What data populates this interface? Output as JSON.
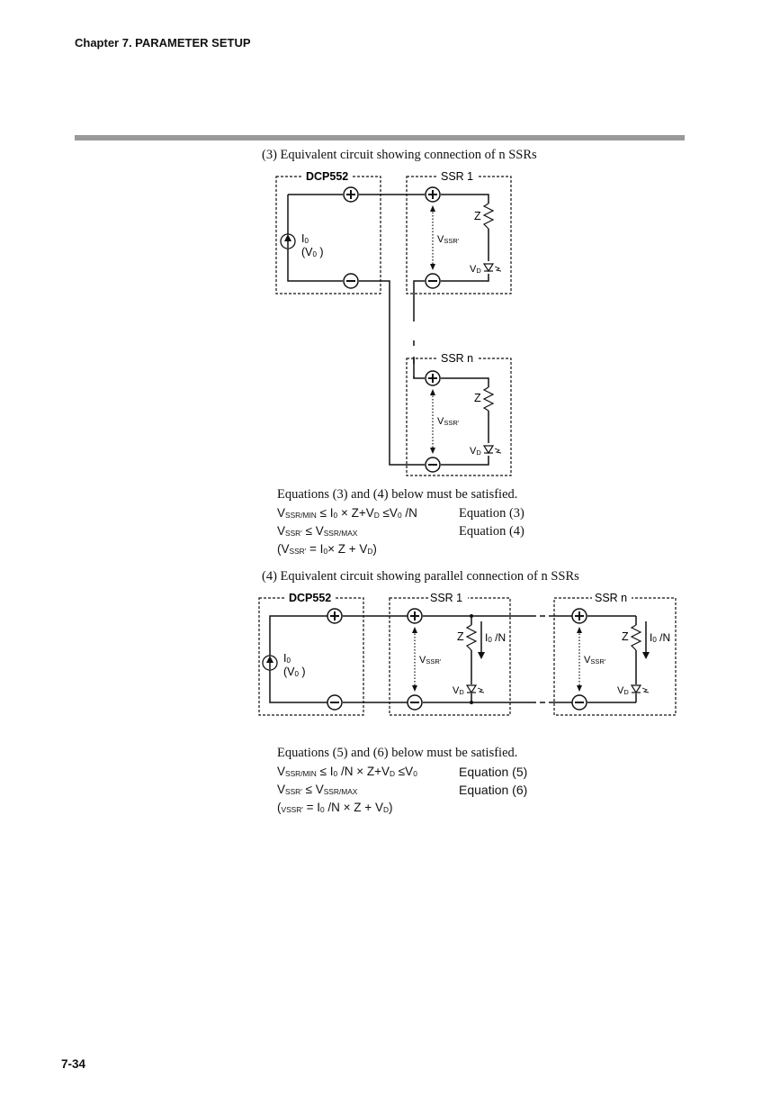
{
  "header": {
    "chapter": "Chapter 7. PARAMETER SETUP"
  },
  "section3": {
    "caption": "(3) Equivalent circuit showing connection of n SSRs",
    "diagram": {
      "controller": "DCP552",
      "ssr_first": "SSR 1",
      "ssr_last": "SSR n",
      "current_source": "I",
      "current_sub": "0",
      "voltage_open": "(V",
      "voltage_sub": "0",
      "voltage_close": " )",
      "impedance": "Z",
      "ssr_voltage": "V",
      "ssr_voltage_sub": "SSR'",
      "diode_voltage": "V",
      "diode_sub": "D"
    },
    "intro": "Equations (3) and (4) below must be satisfied.",
    "eq3": {
      "p1": "V",
      "s1": "SSR/MIN",
      "p2": " ≤ I",
      "s2": "0",
      "p3": " × Z+V",
      "s3": "D",
      "p4": " ≤V",
      "s4": "0",
      "p5": " /N",
      "tag": "Equation (3)"
    },
    "eq4": {
      "p1": "V",
      "s1": "SSR'",
      "p2": " ≤ V",
      "s2": "SSR/MAX",
      "tag": "Equation (4)"
    },
    "eqdef": {
      "p1": "(V",
      "s1": "SSR'",
      "p2": " = I",
      "s2": "0",
      "p3": "× Z + V",
      "s3": "D",
      "p4": ")"
    }
  },
  "section4": {
    "caption": "(4) Equivalent circuit showing parallel connection of n SSRs",
    "diagram": {
      "controller": "DCP552",
      "ssr_first": "SSR 1",
      "ssr_last": "SSR n",
      "current_source": "I",
      "current_sub": "0",
      "voltage_open": "(V",
      "voltage_sub": "0",
      "voltage_close": " )",
      "impedance": "Z",
      "branch_current": "I",
      "branch_sub": "0",
      "branch_div": " /N",
      "ssr_voltage": "V",
      "ssr_voltage_sub": "SSR'",
      "diode_voltage": "V",
      "diode_sub": "D"
    },
    "intro": "Equations (5) and (6) below must be satisfied.",
    "eq5": {
      "p1": "V",
      "s1": "SSR/MIN",
      "p2": " ≤ I",
      "s2": "0",
      "p3": " /N × Z+V",
      "s3": "D",
      "p4": " ≤V",
      "s4": "0",
      "tag": "Equation (5)"
    },
    "eq6": {
      "p1": "V",
      "s1": "SSR'",
      "p2": " ≤ V",
      "s2": "SSR/MAX",
      "tag": "Equation (6)"
    },
    "eqdef": {
      "p1": "(",
      "s1": "VSSR'",
      "p2": " = I",
      "s2": "0",
      "p3": " /N × Z + V",
      "s3": "D",
      "p4": ")"
    }
  },
  "footer": {
    "page_number": "7-34"
  }
}
